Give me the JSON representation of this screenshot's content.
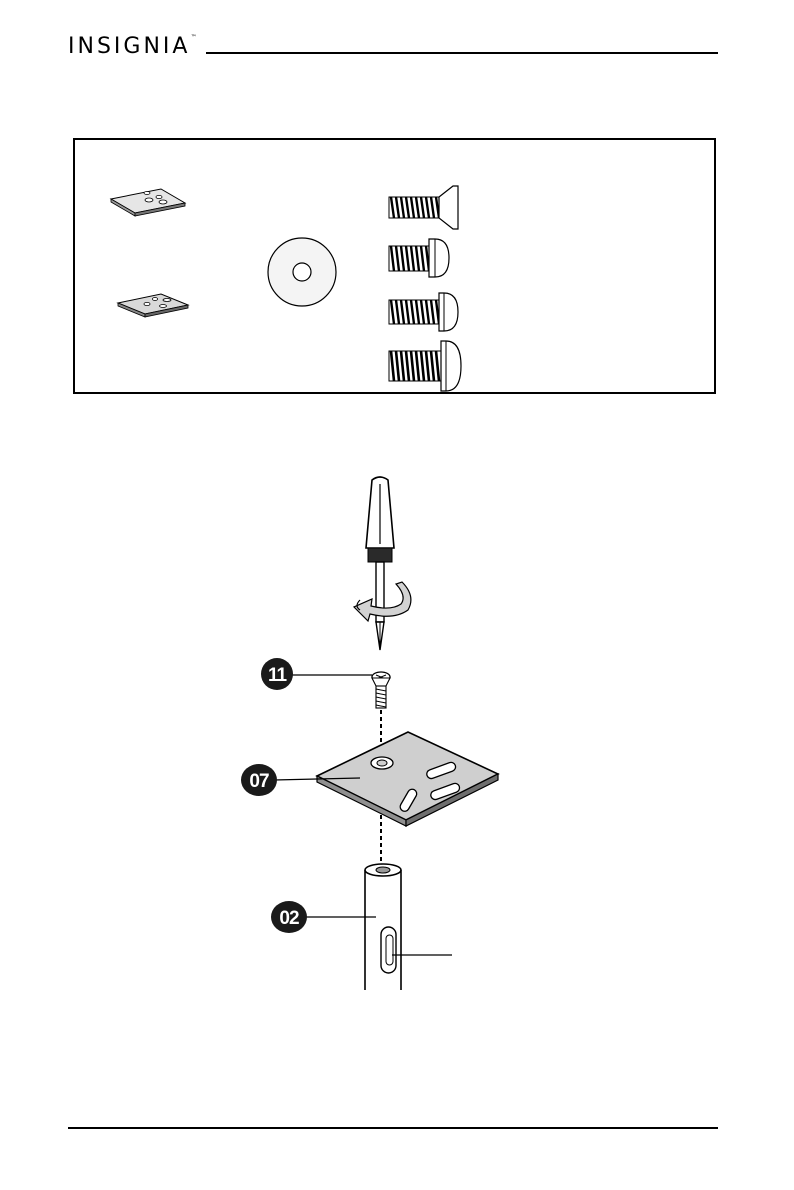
{
  "header": {
    "brand": "INSIGNIA",
    "trademark": "™"
  },
  "callouts": {
    "screw": "11",
    "plate": "07",
    "post": "02"
  }
}
